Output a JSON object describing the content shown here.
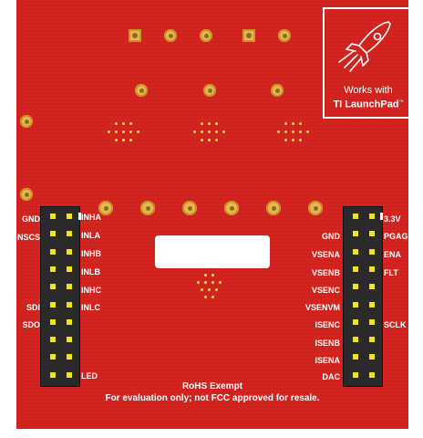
{
  "board": {
    "color": "#d4241f",
    "left_header_inner_labels": [
      "INHA",
      "INLA",
      "INHB",
      "INLB",
      "INHC",
      "INLC",
      "LED"
    ],
    "left_header_outer_labels": [
      "GND",
      "NSCS",
      "SDI",
      "SDO"
    ],
    "right_header_inner_labels": [
      "GND",
      "VSENA",
      "VSENB",
      "VSENC",
      "VSENVM",
      "ISENC",
      "ISENB",
      "ISENA",
      "DAC"
    ],
    "right_header_outer_labels": [
      "3.3V",
      "PGAG",
      "ENA",
      "FLT",
      "SCLK"
    ],
    "rohs": "RoHS Exempt",
    "disclaimer": "For evaluation only; not FCC approved for resale.",
    "logo": {
      "works_with": "Works with",
      "launchpad": "TI LaunchPad",
      "trademark": "™",
      "icon": "rocket-icon"
    }
  }
}
